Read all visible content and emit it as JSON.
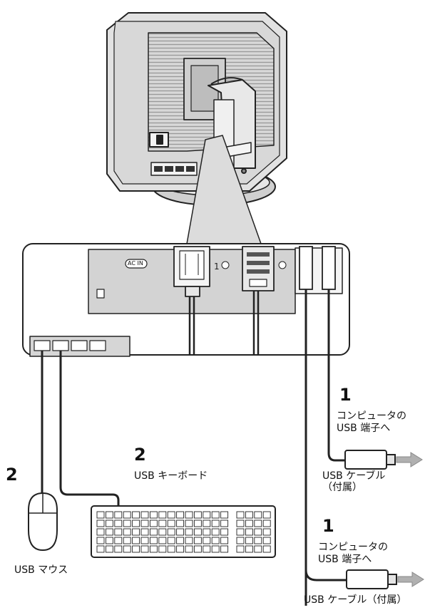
{
  "back_panel": {
    "ac_in_label": "AC IN"
  },
  "callouts": {
    "upstream_1": {
      "step": "1",
      "text_line1": "コンピュータの",
      "text_line2": "USB 端子へ",
      "cable_line1": "USB ケーブル",
      "cable_line2": "（付属）"
    },
    "upstream_2": {
      "step": "1",
      "text_line1": "コンピュータの",
      "text_line2": "USB 端子へ",
      "cable_label": "USB ケーブル（付属）"
    },
    "keyboard": {
      "step": "2",
      "label": "USB キーボード"
    },
    "mouse": {
      "step": "2",
      "label": "USB マウス"
    }
  }
}
